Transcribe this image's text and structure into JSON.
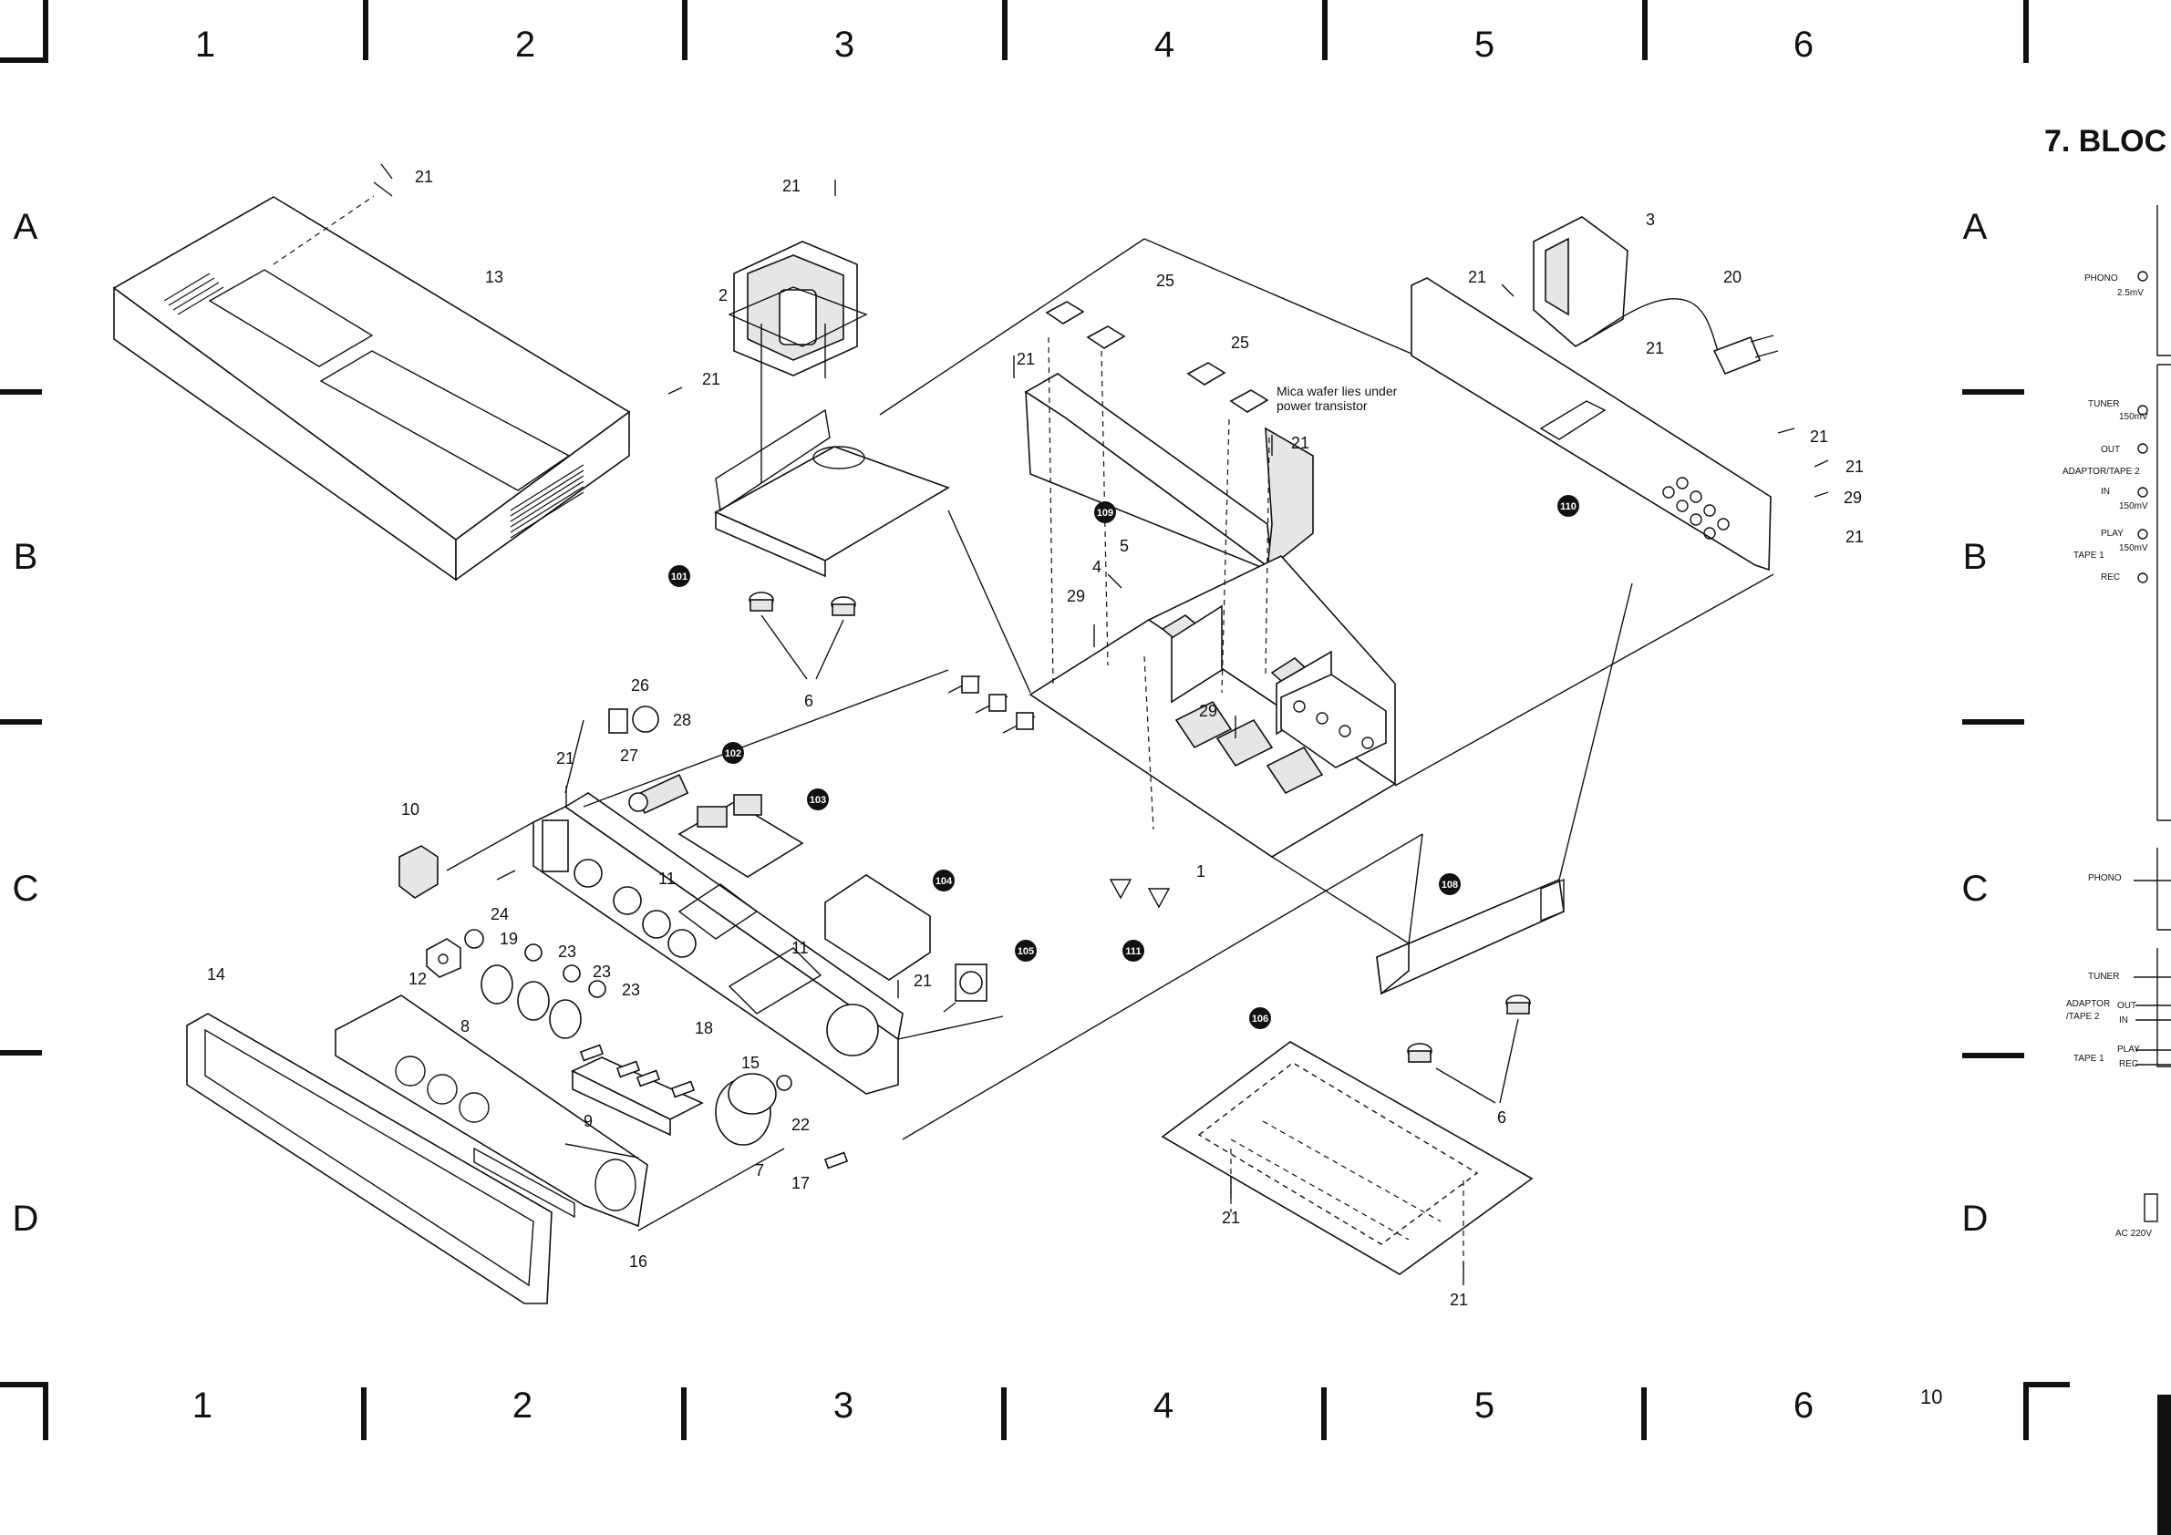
{
  "grid": {
    "columns": [
      "1",
      "2",
      "3",
      "4",
      "5",
      "6"
    ],
    "rows": [
      "A",
      "B",
      "C",
      "D"
    ]
  },
  "block_diagram": {
    "title": "7. BLOC",
    "labels": [
      "PHONO",
      "2.5mV",
      "TUNER",
      "150mV",
      "OUT",
      "ADAPTOR/TAPE 2",
      "IN",
      "150mV",
      "PLAY",
      "150mV",
      "TAPE 1",
      "REC",
      "PHONO",
      "TUNER",
      "ADAPTOR",
      "OUT",
      "/TAPE 2",
      "IN",
      "PLAY",
      "TAPE 1",
      "REC",
      "AC 220V"
    ]
  },
  "callouts": {
    "c21a": "21",
    "c13": "13",
    "c21b": "21",
    "c21c": "21",
    "c2": "2",
    "c25a": "25",
    "c25b": "25",
    "c21d": "21",
    "c21e": "21",
    "c3": "3",
    "c21f": "21",
    "c20": "20",
    "c21g": "21",
    "c21h": "21",
    "c29a": "29",
    "c21i": "21",
    "c5": "5",
    "c4": "4",
    "c29b": "29",
    "c29c": "29",
    "c6a": "6",
    "c26": "26",
    "c28": "28",
    "c27": "27",
    "c21j": "21",
    "c10": "10",
    "c11a": "11",
    "c11b": "11",
    "c1": "1",
    "c24": "24",
    "c19": "19",
    "c12": "12",
    "c23a": "23",
    "c23b": "23",
    "c23c": "23",
    "c8": "8",
    "c14": "14",
    "c18": "18",
    "c15": "15",
    "c21k": "21",
    "c9": "9",
    "c22": "22",
    "c7": "7",
    "c17": "17",
    "c16": "16",
    "c6b": "6",
    "c21l": "21",
    "c21m": "21"
  },
  "circled_callouts": {
    "p101": "101",
    "p102": "102",
    "p103": "103",
    "p104": "104",
    "p105": "105",
    "p106": "106",
    "p108": "108",
    "p109": "109",
    "p110": "110",
    "p111": "111"
  },
  "note": {
    "line1": "Mica wafer lies under",
    "line2": "power transistor"
  },
  "page_number": "10"
}
